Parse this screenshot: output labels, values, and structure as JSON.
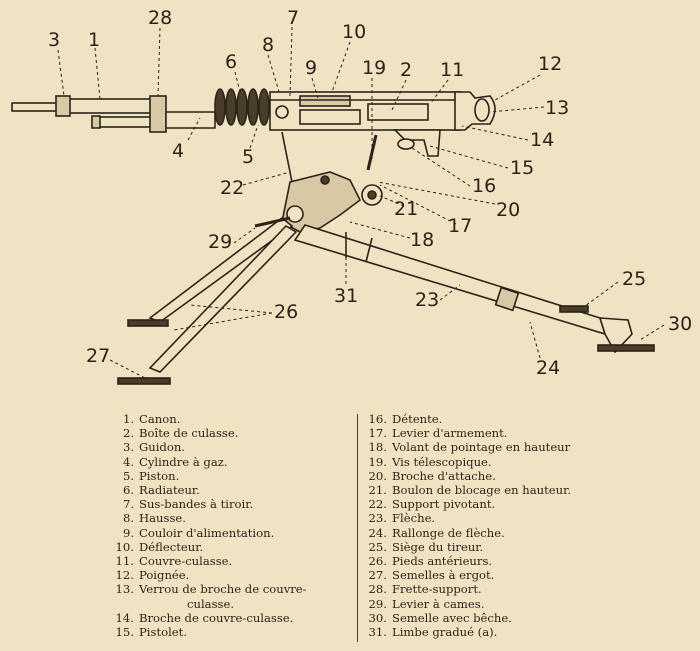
{
  "diagram": {
    "callout_numbers": [
      "1",
      "2",
      "3",
      "4",
      "5",
      "6",
      "7",
      "8",
      "9",
      "10",
      "11",
      "12",
      "13",
      "14",
      "15",
      "16",
      "17",
      "18",
      "19",
      "20",
      "21",
      "22",
      "23",
      "24",
      "25",
      "26",
      "27",
      "28",
      "29",
      "30",
      "31"
    ]
  },
  "legend": {
    "left": [
      {
        "num": "1.",
        "text": "Canon."
      },
      {
        "num": "2.",
        "text": "Boîte de culasse."
      },
      {
        "num": "3.",
        "text": "Guidon."
      },
      {
        "num": "4.",
        "text": "Cylindre à gaz."
      },
      {
        "num": "5.",
        "text": "Piston."
      },
      {
        "num": "6.",
        "text": "Radiateur."
      },
      {
        "num": "7.",
        "text": "Sus-bandes à tiroir."
      },
      {
        "num": "8.",
        "text": "Hausse."
      },
      {
        "num": "9.",
        "text": "Couloir d'alimentation."
      },
      {
        "num": "10.",
        "text": "Déflecteur."
      },
      {
        "num": "11.",
        "text": "Couvre-culasse."
      },
      {
        "num": "12.",
        "text": "Poignée."
      },
      {
        "num": "13.",
        "text": "Verrou de broche de couvre-"
      },
      {
        "num": "",
        "text": "culasse."
      },
      {
        "num": "14.",
        "text": "Broche de couvre-culasse."
      },
      {
        "num": "15.",
        "text": "Pistolet."
      }
    ],
    "right": [
      {
        "num": "16.",
        "text": "Détente."
      },
      {
        "num": "17.",
        "text": "Levier d'armement."
      },
      {
        "num": "18.",
        "text": "Volant de pointage en hauteur"
      },
      {
        "num": "19.",
        "text": "Vis télescopique."
      },
      {
        "num": "20.",
        "text": "Broche d'attache."
      },
      {
        "num": "21.",
        "text": "Boulon de blocage en hauteur."
      },
      {
        "num": "22.",
        "text": "Support pivotant."
      },
      {
        "num": "23.",
        "text": "Flèche."
      },
      {
        "num": "24.",
        "text": "Rallonge de flèche."
      },
      {
        "num": "25.",
        "text": "Siège du tireur."
      },
      {
        "num": "26.",
        "text": "Pieds antérieurs."
      },
      {
        "num": "27.",
        "text": "Semelles à ergot."
      },
      {
        "num": "28.",
        "text": "Frette-support."
      },
      {
        "num": "29.",
        "text": "Levier à cames."
      },
      {
        "num": "30.",
        "text": "Semelle avec bêche."
      },
      {
        "num": "31.",
        "text": "Limbe gradué (a)."
      }
    ]
  }
}
